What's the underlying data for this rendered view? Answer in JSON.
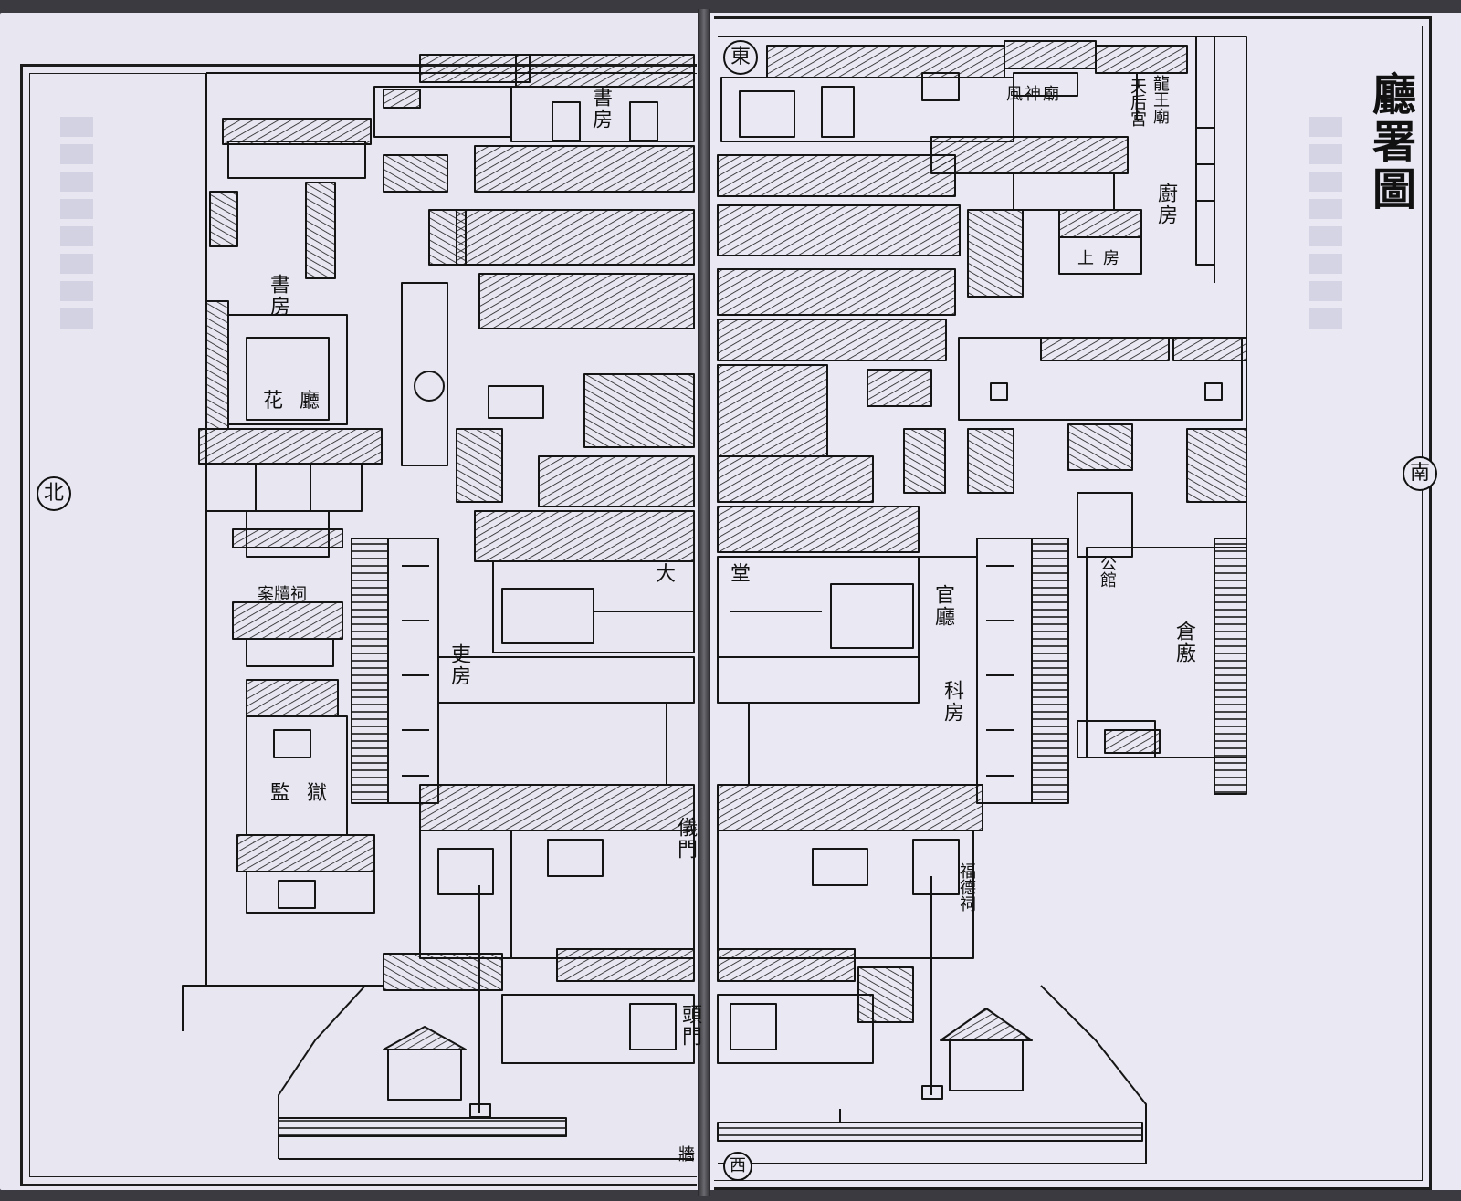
{
  "title": "廳署圖",
  "compass": {
    "north": "北",
    "south": "南",
    "east": "東",
    "west": "西"
  },
  "labels": {
    "shufang_top": "書房",
    "shufang_left": "書房",
    "huating": "花廳",
    "andu_ci": "案牘祠",
    "jianyu": "監獄",
    "liufang": "吏房",
    "datang": "大堂",
    "guanting": "官廳",
    "yifang": "科房",
    "yimen": "儀門",
    "toumen": "頭門",
    "fudeci": "福德祠",
    "gongguan": "公館",
    "canggu": "倉廒",
    "fengshenmiao": "風神廟",
    "tianhougong": "天后宮",
    "longwangmiao": "龍王廟",
    "chufang": "廚房",
    "shangfang": "上房",
    "qiang": "牆"
  },
  "colors": {
    "ink": "#111111",
    "paper": "#e8e7f2"
  }
}
